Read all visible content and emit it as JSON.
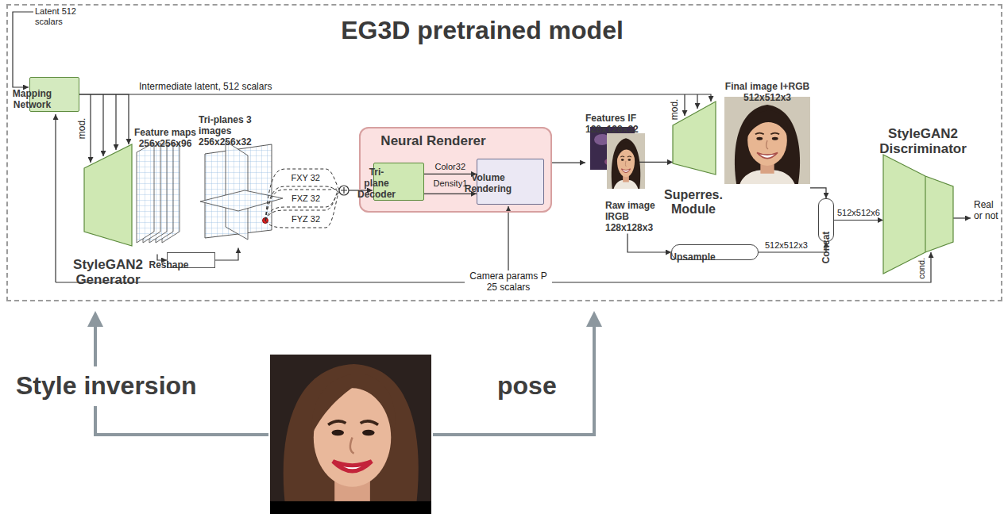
{
  "diagram": {
    "nodes": [
      {
        "text": [
          "EG3D pretrained model"
        ]
      },
      {
        "text": [
          "Mapping Network"
        ],
        "in": 0
      },
      {
        "text": [
          "StyleGAN2 Generator"
        ],
        "in": 0
      },
      {
        "text": [
          "Feature maps 256x256x96"
        ],
        "in": 0
      },
      {
        "text": [
          "Tri-planes 3 images 256x256x32"
        ],
        "in": 0
      },
      {
        "text": [
          "Reshape"
        ],
        "in": 0
      },
      {
        "text": [
          "Neural Renderer"
        ],
        "in": 0
      },
      {
        "text": [
          "Tri-plane Decoder"
        ],
        "in": 6
      },
      {
        "text": [
          "Volume Rendering"
        ],
        "in": 6
      },
      {
        "text": [
          "Features IF 128x128x32"
        ],
        "in": 0
      },
      {
        "text": [
          "Raw image IRGB 128x128x3"
        ],
        "in": 0
      },
      {
        "text": [
          "Superres. Module"
        ],
        "in": 0
      },
      {
        "text": [
          "Final image I+RGB 512x512x3"
        ],
        "in": 0
      },
      {
        "text": [
          "Concat"
        ],
        "in": 0
      },
      {
        "text": [
          "Upsample"
        ],
        "in": 0
      },
      {
        "text": [
          "StyleGAN2 Discriminator"
        ],
        "in": 0
      }
    ],
    "edges": [
      {
        "from": 1,
        "to": 2,
        "arrow": "to",
        "label": "mod."
      },
      {
        "from": 1,
        "to": 11,
        "arrow": "to",
        "label": "mod."
      },
      {
        "from": 3,
        "to": 5,
        "arrow": "to"
      },
      {
        "from": 5,
        "to": 4,
        "arrow": "to"
      },
      {
        "from": 7,
        "to": 8,
        "arrow": "to",
        "label": "Color32"
      },
      {
        "from": 7,
        "to": 8,
        "arrow": "to",
        "label": "Density1"
      },
      {
        "from": 6,
        "to": 9,
        "arrow": "to"
      },
      {
        "from": 9,
        "to": 11,
        "arrow": "to"
      },
      {
        "from": 10,
        "to": 14,
        "arrow": "to"
      },
      {
        "from": 12,
        "to": 13,
        "arrow": "to"
      },
      {
        "from": 14,
        "to": 13,
        "arrow": "to",
        "label": "512x512x3"
      },
      {
        "from": 13,
        "to": 15,
        "arrow": "to",
        "label": "512x512x6"
      }
    ],
    "labels": [
      "Latent 512 scalars",
      "Intermediate latent, 512 scalars",
      "FXY 32",
      "FXZ 32",
      "FYZ 32",
      "Camera params P 25 scalars",
      "cond.",
      "Real or not",
      "Style inversion",
      "pose"
    ]
  }
}
